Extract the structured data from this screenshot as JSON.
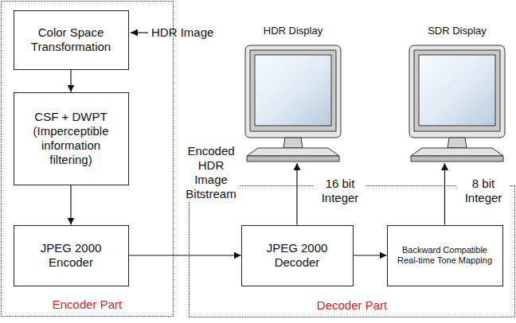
{
  "diagram": {
    "nodes": [
      {
        "text": [
          "Encoder Part"
        ]
      },
      {
        "text": [
          "Color Space Transformation"
        ],
        "in": 0
      },
      {
        "text": [
          "CSF + DWPT",
          "(Imperceptible information filtering)"
        ],
        "in": 0
      },
      {
        "text": [
          "JPEG 2000 Encoder"
        ],
        "in": 0
      },
      {
        "text": [
          "HDR Display"
        ]
      },
      {
        "text": [
          "SDR Display"
        ]
      },
      {
        "text": [
          "Decoder Part"
        ]
      },
      {
        "text": [
          "JPEG 2000 Decoder"
        ],
        "in": 6
      },
      {
        "text": [
          "Backward Compatible Real-time Tone Mapping"
        ],
        "in": 6
      }
    ],
    "edges": [
      {
        "from": 1,
        "to": 2,
        "arrow": "to"
      },
      {
        "from": 2,
        "to": 3,
        "arrow": "to"
      },
      {
        "from": 3,
        "to": 7,
        "label": "Encoded HDR Image Bitstream",
        "arrow": "to"
      },
      {
        "from": 7,
        "to": 4,
        "label": "16 bit Integer",
        "arrow": "to"
      },
      {
        "from": 7,
        "to": 8,
        "arrow": "to"
      },
      {
        "from": 8,
        "to": 5,
        "label": "8 bit Integer",
        "arrow": "to"
      }
    ],
    "labels": [
      "HDR Image"
    ]
  }
}
